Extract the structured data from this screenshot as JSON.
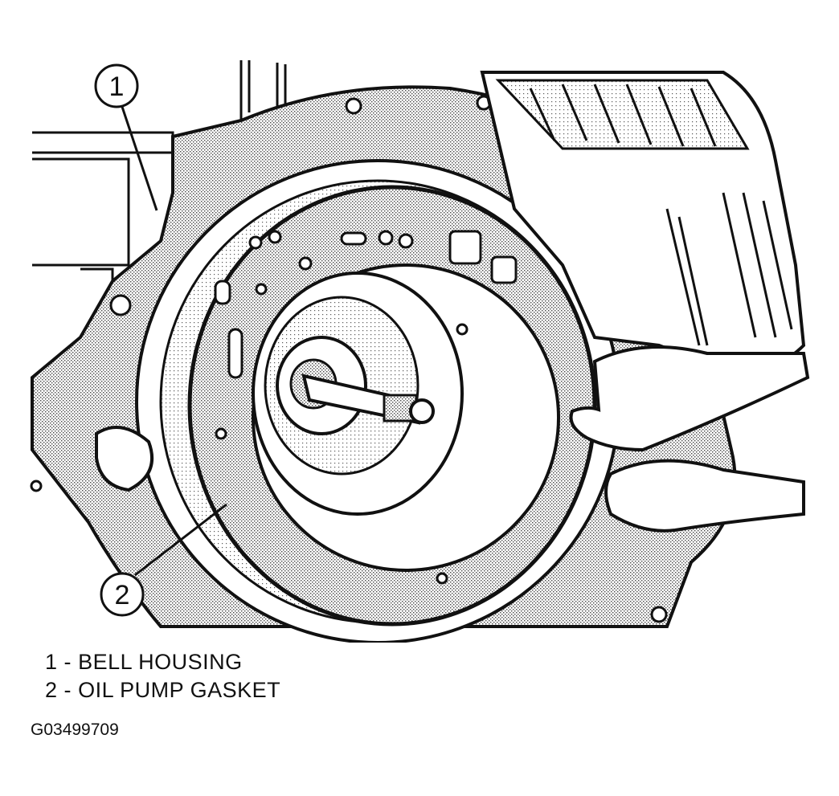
{
  "callouts": [
    {
      "number": "1"
    },
    {
      "number": "2"
    }
  ],
  "legend": [
    {
      "number": "1",
      "separator": "-",
      "label": "BELL HOUSING"
    },
    {
      "number": "2",
      "separator": "-",
      "label": "OIL PUMP GASKET"
    }
  ],
  "figure_code": "G03499709",
  "colors": {
    "ink": "#111111",
    "stipple": "#b5b5b5",
    "paper": "#ffffff"
  }
}
